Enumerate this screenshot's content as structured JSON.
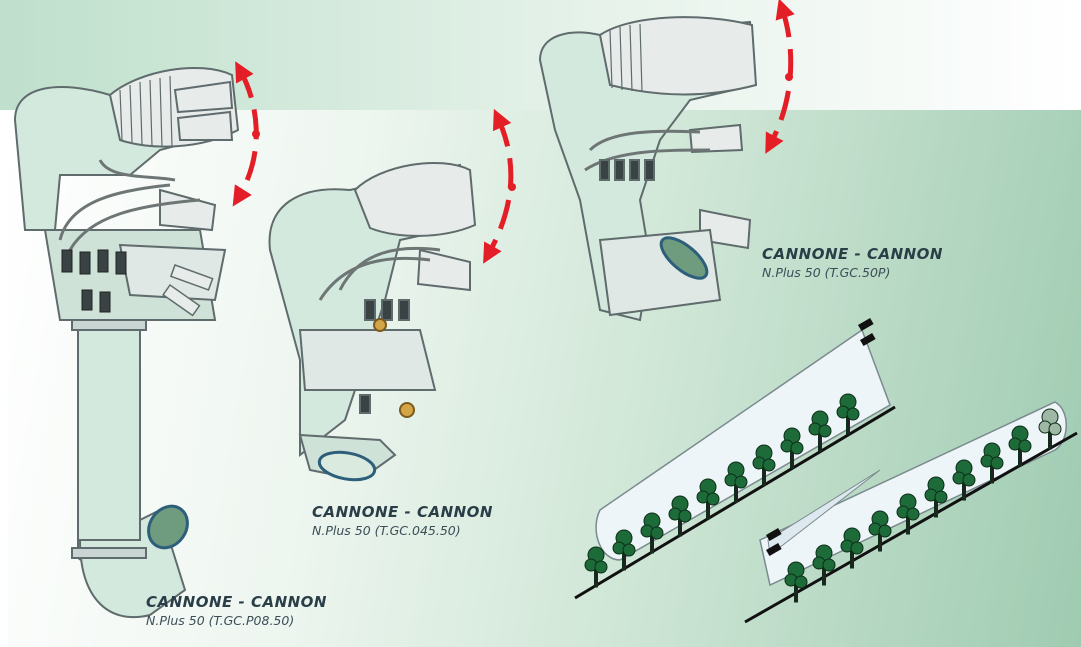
{
  "colors": {
    "accent": "#e41e26",
    "body": "#d4e9de",
    "outline": "#5f6b6c",
    "plant": "#1e6b3a",
    "ground": "#111111",
    "spray": "#eef5f9"
  },
  "products": [
    {
      "title": "CANNONE - CANNON",
      "code": "N.Plus 50 (T.GC.P08.50)"
    },
    {
      "title": "CANNONE - CANNON",
      "code": "N.Plus 50 (T.GC.045.50)"
    },
    {
      "title": "CANNONE - CANNON",
      "code": "N.Plus 50 (T.GC.50P)"
    }
  ],
  "icons": [
    "rotation-arrow-icon",
    "sprayer-cannon-icon",
    "vineyard-spray-icon"
  ]
}
